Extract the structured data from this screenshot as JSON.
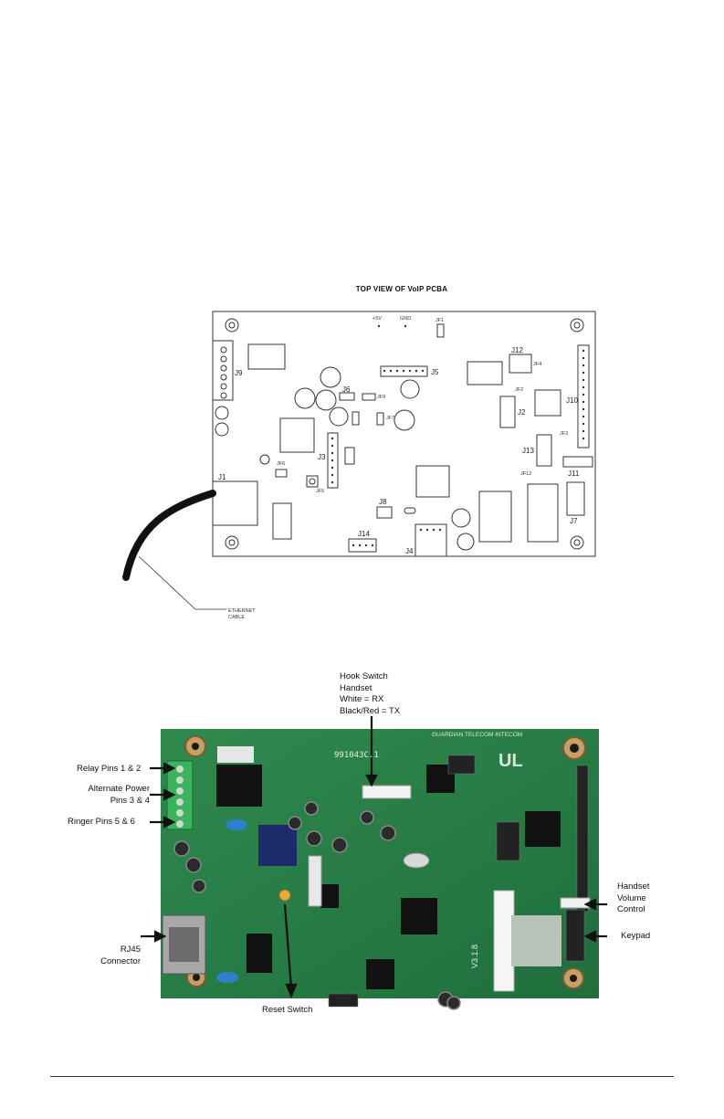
{
  "drawing": {
    "title": "TOP VIEW OF VoIP PCBA",
    "top_labels": [
      "+5V",
      "GND",
      "JF1"
    ],
    "connectors": [
      "J1",
      "J2",
      "J3",
      "J4",
      "J5",
      "J6",
      "J7",
      "J8",
      "J9",
      "J10",
      "J11",
      "J12",
      "J13",
      "J14"
    ],
    "jumpers": [
      "JF2",
      "JF3",
      "JF4",
      "JF5",
      "JF6",
      "JF7",
      "JF9",
      "JF12"
    ],
    "cable_label_line1": "ETHERNET",
    "cable_label_line2": "CABLE"
  },
  "photo": {
    "silkscreen_brand": "GUARDIAN TELECOM INTECOM",
    "silkscreen_part": "991043C.1",
    "silkscreen_version": "V3.1.8",
    "callouts": {
      "hook_switch": [
        "Hook Switch",
        "Handset",
        "White = RX",
        "Black/Red = TX"
      ],
      "relay": "Relay Pins 1 & 2",
      "alt_power": [
        "Alternate Power",
        "Pins 3 & 4"
      ],
      "ringer": "Ringer Pins 5 & 6",
      "rj45": [
        "RJ45",
        "Connector"
      ],
      "reset": "Reset Switch",
      "handset_volume": [
        "Handset",
        "Volume",
        "Control"
      ],
      "keypad": "Keypad"
    }
  }
}
